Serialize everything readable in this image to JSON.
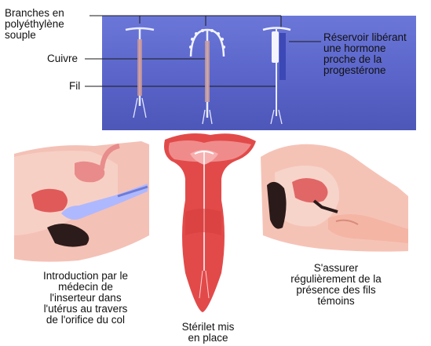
{
  "top_panel": {
    "labels": {
      "branches": "Branches en\npolyéthylène\nsouple",
      "cuivre": "Cuivre",
      "fil": "Fil",
      "reservoir": "Réservoir libérant\nune hormone\nproche de la\nprogestérone"
    }
  },
  "steps": {
    "insertion": "Introduction par le\nmédecin de\nl'inserteur dans\nl'utérus au travers\nde l'orifice du col",
    "placed": "Stérilet mis\nen place",
    "check": "S'assurer\nrégulièrement de la\nprésence des fils\ntémoins"
  },
  "colors": {
    "panel_blue": "#5a64c9",
    "tissue_pink": "#f0b8b0",
    "uterus_red": "#e04545",
    "dark_organ": "#2a1a1a"
  }
}
